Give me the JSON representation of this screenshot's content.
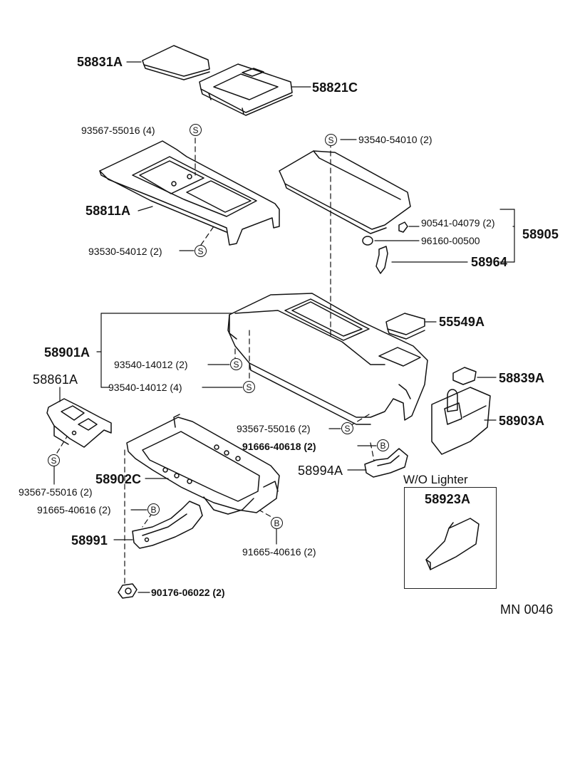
{
  "diagram": {
    "callouts": {
      "c58831A": "58831A",
      "c58821C": "58821C",
      "c93567_top": "93567-55016 (4)",
      "c93540_54010": "93540-54010 (2)",
      "c58811A": "58811A",
      "c93530": "93530-54012 (2)",
      "c90541": "90541-04079 (2)",
      "c96160": "96160-00500",
      "c58905": "58905",
      "c58964": "58964",
      "c55549A": "55549A",
      "c58901A": "58901A",
      "c93540_14012_a": "93540-14012 (2)",
      "c93540_14012_b": "93540-14012 (4)",
      "c58861A": "58861A",
      "c58839A": "58839A",
      "c58903A": "58903A",
      "c93567_mid": "93567-55016 (2)",
      "c91666": "91666-40618 (2)",
      "c58994A": "58994A",
      "c93567_left": "93567-55016 (2)",
      "c58902C": "58902C",
      "c91665_left": "91665-40616 (2)",
      "c58991": "58991",
      "c91665_right": "91665-40616 (2)",
      "c90176": "90176-06022 (2)",
      "c58923A": "58923A"
    },
    "wo_lighter_title": "W/O Lighter",
    "figure_code": "MN  0046",
    "markers": {
      "screw": "S",
      "bolt": "B"
    }
  }
}
